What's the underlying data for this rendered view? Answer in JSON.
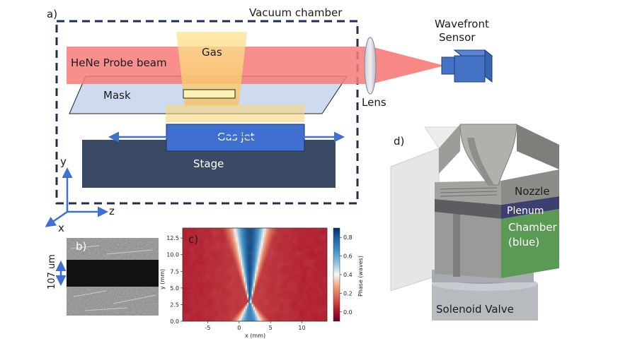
{
  "panel_a": {
    "panel_label": "a)",
    "vacuum_chamber": "Vacuum chamber",
    "wavefront_sensor_line1": "Wavefront",
    "wavefront_sensor_line2": "Sensor",
    "probe_beam": "HeNe Probe beam",
    "gas": "Gas",
    "mask": "Mask",
    "lens": "Lens",
    "gas_jet": "Gas jet",
    "stage": "Stage",
    "axis_y": "y",
    "axis_z": "z",
    "axis_x": "x",
    "colors": {
      "chamber_border": "#1f2f50",
      "probe_beam": "#f77b78",
      "gas": "#f8b84e",
      "mask": "#c9d6ee",
      "gas_jet": "#3f6fd0",
      "stage": "#3a4a64",
      "sensor": "#4472c4",
      "axes": "#3f6fd0"
    }
  },
  "panel_b": {
    "panel_label": "b)",
    "scale_label": "107 um"
  },
  "panel_c": {
    "panel_label": "c)",
    "chart_data": {
      "type": "heatmap",
      "xlabel": "x (mm)",
      "ylabel": "y (mm)",
      "colorbar_label": "Phase (waves)",
      "xlim": [
        -9,
        14
      ],
      "ylim": [
        0,
        14
      ],
      "x_ticks": [
        -5,
        0,
        5,
        10
      ],
      "y_ticks": [
        0.0,
        2.5,
        5.0,
        7.5,
        10.0,
        12.5
      ],
      "y_tick_labels": [
        "0.0",
        "2.5",
        "5.0",
        "7.5",
        "10.0",
        "12.5"
      ],
      "colorbar_ticks": [
        0.0,
        0.2,
        0.4,
        0.6,
        0.8
      ],
      "colorbar_tick_labels": [
        "0.0",
        "0.2",
        "0.4",
        "0.6",
        "0.8"
      ],
      "colorbar_range": [
        -0.1,
        0.9
      ],
      "colormap": "RdBu",
      "hourglass": {
        "center_x": 1.7,
        "waist_y": 3.0,
        "top_y": 13.5,
        "top_half_width": 3.0,
        "waist_half_width": 0.2,
        "bottom_half_width": 2.5,
        "max_phase": 0.85
      }
    }
  },
  "panel_d": {
    "panel_label": "d)",
    "nozzle": "Nozzle",
    "plenum": "Plenum",
    "chamber_line1": "Chamber",
    "chamber_line2": "(blue)",
    "solenoid_valve": "Solenoid Valve",
    "colors": {
      "nozzle": "#8c8d89",
      "plenum": "#3d3f70",
      "chamber": "#5b9a54",
      "valve": "#b7babf",
      "ghost": "#dedede"
    }
  }
}
